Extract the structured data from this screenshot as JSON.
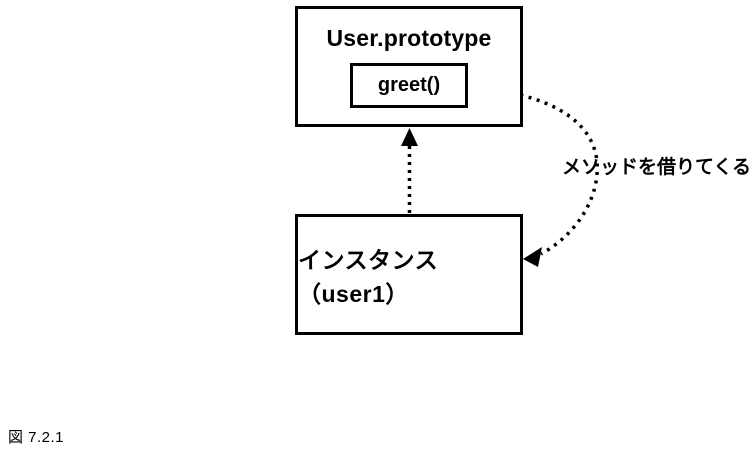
{
  "colors": {
    "line": "#000000",
    "background": "#ffffff"
  },
  "diagram": {
    "prototype_box_label": "User.prototype",
    "method_box_label": "greet()",
    "instance_box_label": "インスタンス（user1）",
    "borrow_arrow_label": "メソッドを借りてくる",
    "caption": "図 7.2.1"
  }
}
